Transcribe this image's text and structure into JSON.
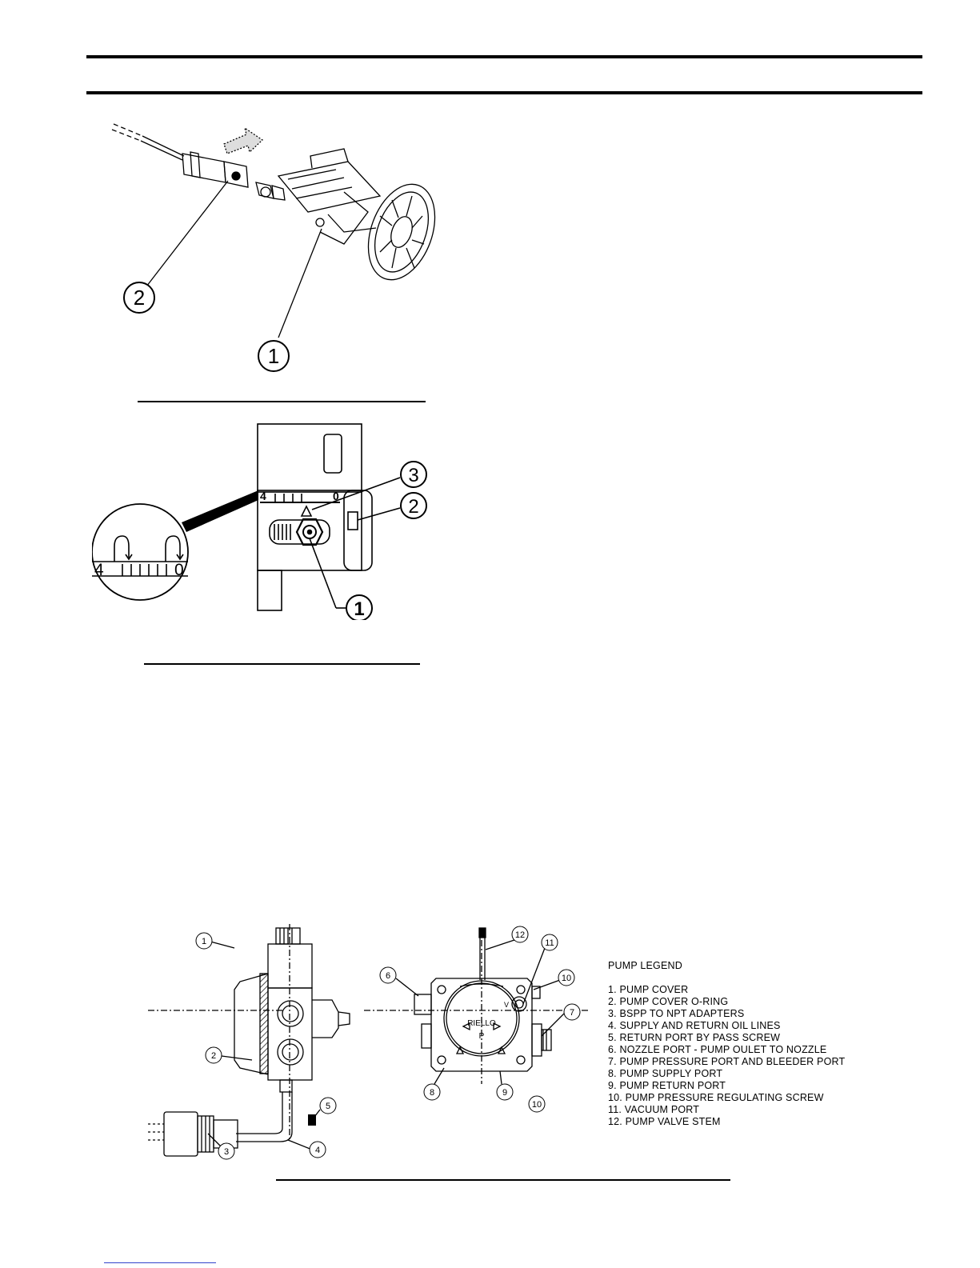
{
  "figure1": {
    "callouts": [
      "2",
      "1"
    ]
  },
  "figure2": {
    "scale_left": "4",
    "scale_right": "0",
    "zoom_left": "4",
    "zoom_right": "0",
    "callouts": [
      "3",
      "2",
      "1"
    ]
  },
  "pump": {
    "brand": "RIELLO",
    "port_letter": "P",
    "vacuum_letter": "V",
    "callouts": [
      "1",
      "2",
      "3",
      "4",
      "5",
      "6",
      "7",
      "8",
      "9",
      "10",
      "11",
      "12",
      "10"
    ]
  },
  "legend": {
    "title": "PUMP LEGEND",
    "items": [
      "1. PUMP COVER",
      "2. PUMP COVER O-RING",
      "3. BSPP TO NPT ADAPTERS",
      "4. SUPPLY AND RETURN OIL LINES",
      "5. RETURN PORT BY PASS SCREW",
      "6. NOZZLE PORT - PUMP OULET TO NOZZLE",
      "7. PUMP PRESSURE PORT AND BLEEDER PORT",
      "8. PUMP SUPPLY PORT",
      "9. PUMP RETURN PORT",
      "10. PUMP PRESSURE REGULATING SCREW",
      "11. VACUUM PORT",
      "12. PUMP VALVE STEM"
    ]
  },
  "colors": {
    "ink": "#000000",
    "footer_link": "#3344cc"
  }
}
